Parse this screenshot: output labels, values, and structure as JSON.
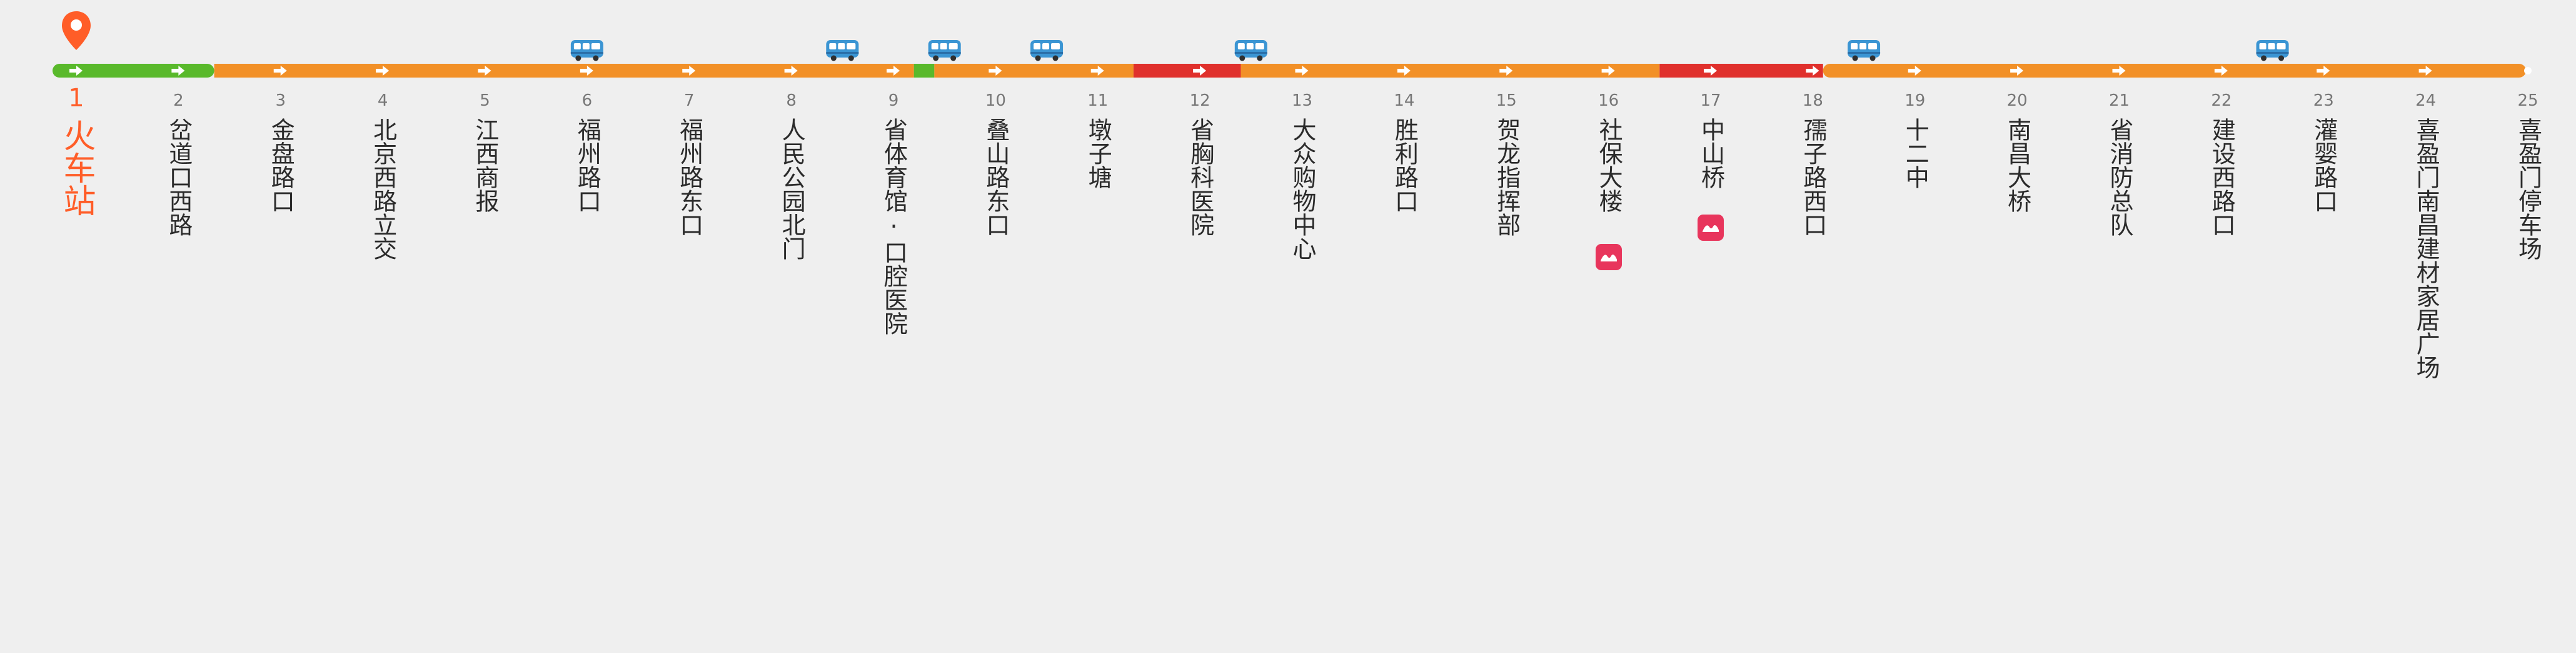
{
  "colors": {
    "background": "#efefef",
    "passed": "#59b92b",
    "normal": "#f29027",
    "congested": "#e0302c",
    "current": "#ff5d28",
    "metro_badge": "#e8355c",
    "bus": "#3b95d3"
  },
  "icons": {
    "current_location": "location-pin-icon",
    "bus": "bus-icon",
    "direction": "arrow-right-icon",
    "metro": "metro-icon",
    "terminal": "dot-icon"
  },
  "current_stop": 1,
  "stops": [
    {
      "num": "1",
      "name": "火车站"
    },
    {
      "num": "2",
      "name": "岔道口西路"
    },
    {
      "num": "3",
      "name": "金盘路口"
    },
    {
      "num": "4",
      "name": "北京西路立交"
    },
    {
      "num": "5",
      "name": "江西商报"
    },
    {
      "num": "6",
      "name": "福州路口"
    },
    {
      "num": "7",
      "name": "福州路东口"
    },
    {
      "num": "8",
      "name": "人民公园北门"
    },
    {
      "num": "9",
      "name": "省体育馆·口腔医院"
    },
    {
      "num": "10",
      "name": "叠山路东口"
    },
    {
      "num": "11",
      "name": "墩子塘"
    },
    {
      "num": "12",
      "name": "省胸科医院"
    },
    {
      "num": "13",
      "name": "大众购物中心"
    },
    {
      "num": "14",
      "name": "胜利路口"
    },
    {
      "num": "15",
      "name": "贺龙指挥部"
    },
    {
      "num": "16",
      "name": "社保大楼",
      "metro": true
    },
    {
      "num": "17",
      "name": "中山桥",
      "metro": true
    },
    {
      "num": "18",
      "name": "孺子路西口"
    },
    {
      "num": "19",
      "name": "十二中"
    },
    {
      "num": "20",
      "name": "南昌大桥"
    },
    {
      "num": "21",
      "name": "省消防总队"
    },
    {
      "num": "22",
      "name": "建设西路口"
    },
    {
      "num": "23",
      "name": "灌婴路口"
    },
    {
      "num": "24",
      "name": "喜盈门南昌建材家居广场"
    },
    {
      "num": "25",
      "name": "喜盈门停车场"
    }
  ],
  "segments": [
    {
      "from": 1,
      "to": 2.35,
      "status": "passed"
    },
    {
      "from": 2.35,
      "to": 9.2,
      "status": "normal"
    },
    {
      "from": 9.2,
      "to": 9.4,
      "status": "passed"
    },
    {
      "from": 9.4,
      "to": 11.35,
      "status": "normal"
    },
    {
      "from": 11.35,
      "to": 12.4,
      "status": "congested"
    },
    {
      "from": 12.4,
      "to": 16.5,
      "status": "normal"
    },
    {
      "from": 16.5,
      "to": 18.1,
      "status": "congested"
    },
    {
      "from": 18.1,
      "to": 25.25,
      "status": "normal"
    }
  ],
  "buses": [
    {
      "position": 6.0
    },
    {
      "position": 8.5
    },
    {
      "position": 9.5
    },
    {
      "position": 10.5
    },
    {
      "position": 12.5
    },
    {
      "position": 18.5
    },
    {
      "position": 22.5
    }
  ]
}
